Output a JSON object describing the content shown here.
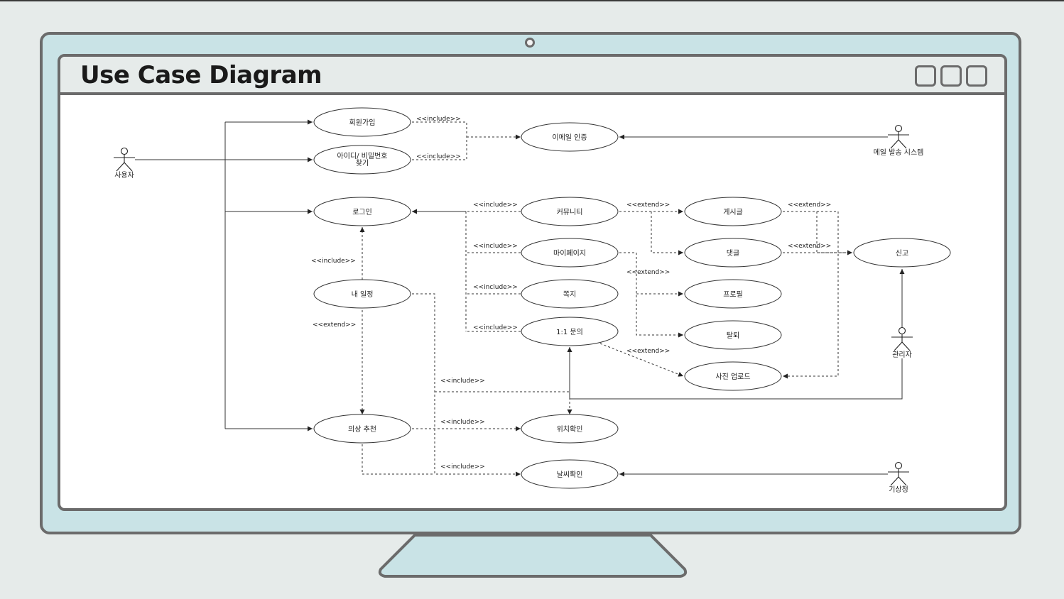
{
  "window": {
    "title": "Use Case Diagram"
  },
  "actors": {
    "user": "사용자",
    "mail_system": "메일 발송 시스템",
    "admin": "관리자",
    "weather_agency": "기상청"
  },
  "use_cases": {
    "signup": "회원가입",
    "find_account_line1": "아이디/ 비밀번호",
    "find_account_line2": "찾기",
    "email_auth": "이메일 인증",
    "login": "로그인",
    "community": "커뮤니티",
    "post": "게시글",
    "report": "신고",
    "mypage": "마이페이지",
    "comment": "댓글",
    "my_schedule": "내 일정",
    "note": "쪽지",
    "profile": "프로필",
    "inquiry": "1:1 문의",
    "withdraw": "탈퇴",
    "photo_upload": "사진 업로드",
    "outfit_recommend": "의상 추천",
    "location_check": "위치확인",
    "weather_check": "날씨확인"
  },
  "relations": {
    "include": "<<include>>",
    "extend": "<<extend>>"
  },
  "colors": {
    "background": "#e6ebea",
    "monitor": "#c9e3e6",
    "frame": "#6b6b6b"
  }
}
